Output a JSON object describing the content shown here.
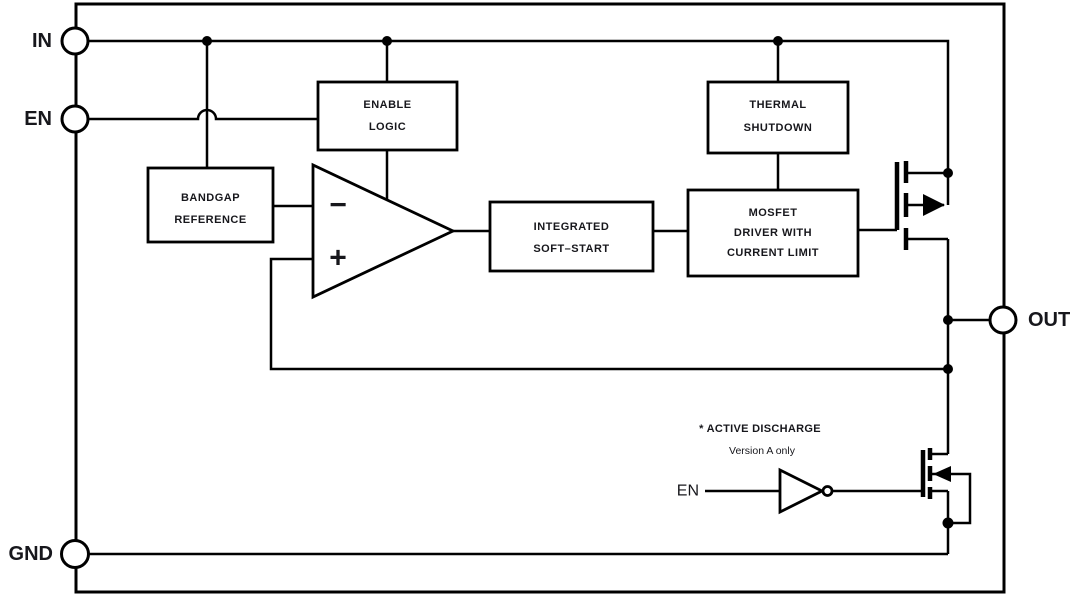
{
  "pins": {
    "in": "IN",
    "en": "EN",
    "gnd": "GND",
    "out": "OUT"
  },
  "blocks": {
    "enable_logic": {
      "lines": [
        "ENABLE",
        "LOGIC"
      ]
    },
    "thermal_shutdown": {
      "lines": [
        "THERMAL",
        "SHUTDOWN"
      ]
    },
    "bandgap_reference": {
      "lines": [
        "BANDGAP",
        "REFERENCE"
      ]
    },
    "integrated_soft_start": {
      "lines": [
        "INTEGRATED",
        "SOFT–START"
      ]
    },
    "mosfet_driver": {
      "lines": [
        "MOSFET",
        "DRIVER WITH",
        "CURRENT LIMIT"
      ]
    }
  },
  "error_amplifier": {
    "inverting_label": "−",
    "noninverting_label": "+"
  },
  "active_discharge": {
    "note": "* ACTIVE DISCHARGE",
    "version_note": "Version A only",
    "en_label": "EN"
  },
  "colors": {
    "line": "#000000",
    "text": "#17171c",
    "background": "#ffffff"
  }
}
